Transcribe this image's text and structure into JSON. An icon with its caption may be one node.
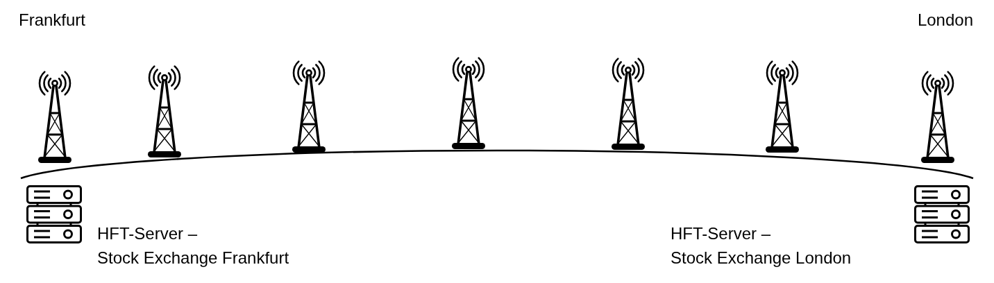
{
  "diagram": {
    "nodes": [
      {
        "text": [],
        "shape": "tower"
      },
      {
        "text": [],
        "shape": "tower"
      },
      {
        "text": [],
        "shape": "tower"
      },
      {
        "text": [],
        "shape": "tower"
      },
      {
        "text": [],
        "shape": "tower"
      },
      {
        "text": [],
        "shape": "tower"
      },
      {
        "text": [],
        "shape": "tower"
      },
      {
        "text": [],
        "shape": "server",
        "beside": [
          "HFT-Server – Stock Exchange Frankfurt"
        ]
      },
      {
        "text": [],
        "shape": "server",
        "beside": [
          "HFT-Server – Stock Exchange London"
        ]
      }
    ],
    "labels": [
      "Frankfurt",
      "London"
    ]
  }
}
